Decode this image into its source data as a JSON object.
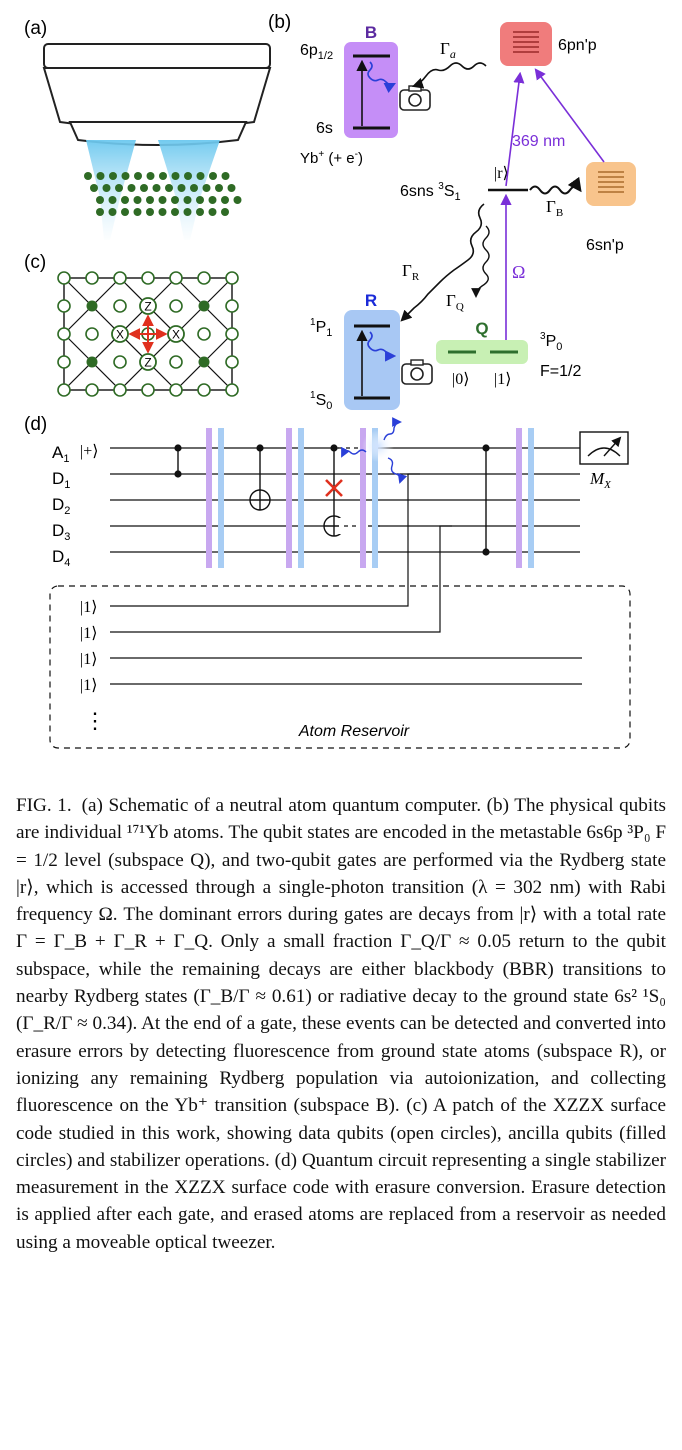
{
  "panels": {
    "a": {
      "label": "(a)"
    },
    "b": {
      "label": "(b)",
      "B_box": {
        "title": "B",
        "upper_level": "6p",
        "upper_sub": "1/2",
        "lower_level": "6s",
        "species": "Yb",
        "species_sup": "+",
        "species_tail": " (+ e",
        "species_tail_sup": "-",
        "species_end": ")"
      },
      "pn_label": "6pn'p",
      "sn_label": "6sn'p",
      "rydberg_label": "6sns ",
      "rydberg_term": "3",
      "rydberg_term_main": "S",
      "rydberg_term_sub": "1",
      "r_ket": "|r⟩",
      "gamma_a": "Γ",
      "gamma_a_sub": "a",
      "gamma_B": "Γ",
      "gamma_B_sub": "B",
      "gamma_R": "Γ",
      "gamma_R_sub": "R",
      "gamma_Q": "Γ",
      "gamma_Q_sub": "Q",
      "laser_label": "369 nm",
      "omega": "Ω",
      "R_box": {
        "title": "R",
        "upper_sup": "1",
        "upper_main": "P",
        "upper_sub": "1",
        "lower_sup": "1",
        "lower_main": "S",
        "lower_sub": "0"
      },
      "Q_box": {
        "title": "Q",
        "term_sup": "3",
        "term_main": "P",
        "term_sub": "0",
        "F_label": "F=1/2",
        "ket0": "|0⟩",
        "ket1": "|1⟩"
      },
      "colors": {
        "purple_box": "#c58ef7",
        "blue_box": "#a8c8f4",
        "red_box": "#f07c7c",
        "orange_box": "#f8c48c",
        "green_box": "#c8f0b4",
        "purple_arrow": "#7a2fd8",
        "dark_green": "#2e6f2e"
      }
    },
    "c": {
      "label": "(c)",
      "z_label": "Z",
      "x_label": "X"
    },
    "d": {
      "label": "(d)",
      "wires": [
        {
          "name": "A",
          "sub": "1"
        },
        {
          "name": "D",
          "sub": "1"
        },
        {
          "name": "D",
          "sub": "2"
        },
        {
          "name": "D",
          "sub": "3"
        },
        {
          "name": "D",
          "sub": "4"
        }
      ],
      "plus_state": "|+⟩",
      "measure_label": "M",
      "measure_sub": "X",
      "reservoir_kets": [
        "|1⟩",
        "|1⟩",
        "|1⟩",
        "|1⟩"
      ],
      "reservoir_dots": "⋮",
      "reservoir_label": "Atom Reservoir"
    }
  },
  "caption": {
    "label": "FIG. 1.",
    "text": "(a) Schematic of a neutral atom quantum computer. (b) The physical qubits are individual ¹⁷¹Yb atoms. The qubit states are encoded in the metastable 6s6p ³P₀ F = 1/2 level (subspace Q), and two-qubit gates are performed via the Rydberg state |r⟩, which is accessed through a single-photon transition (λ = 302 nm) with Rabi frequency Ω. The dominant errors during gates are decays from |r⟩ with a total rate Γ = Γ_B + Γ_R + Γ_Q. Only a small fraction Γ_Q/Γ ≈ 0.05 return to the qubit subspace, while the remaining decays are either blackbody (BBR) transitions to nearby Rydberg states (Γ_B/Γ ≈ 0.61) or radiative decay to the ground state 6s² ¹S₀ (Γ_R/Γ ≈ 0.34). At the end of a gate, these events can be detected and converted into erasure errors by detecting fluorescence from ground state atoms (subspace R), or ionizing any remaining Rydberg population via autoionization, and collecting fluorescence on the Yb⁺ transition (subspace B). (c) A patch of the XZZX surface code studied in this work, showing data qubits (open circles), ancilla qubits (filled circles) and stabilizer operations. (d) Quantum circuit representing a single stabilizer measurement in the XZZX surface code with erasure conversion. Erasure detection is applied after each gate, and erased atoms are replaced from a reservoir as needed using a moveable optical tweezer."
  }
}
